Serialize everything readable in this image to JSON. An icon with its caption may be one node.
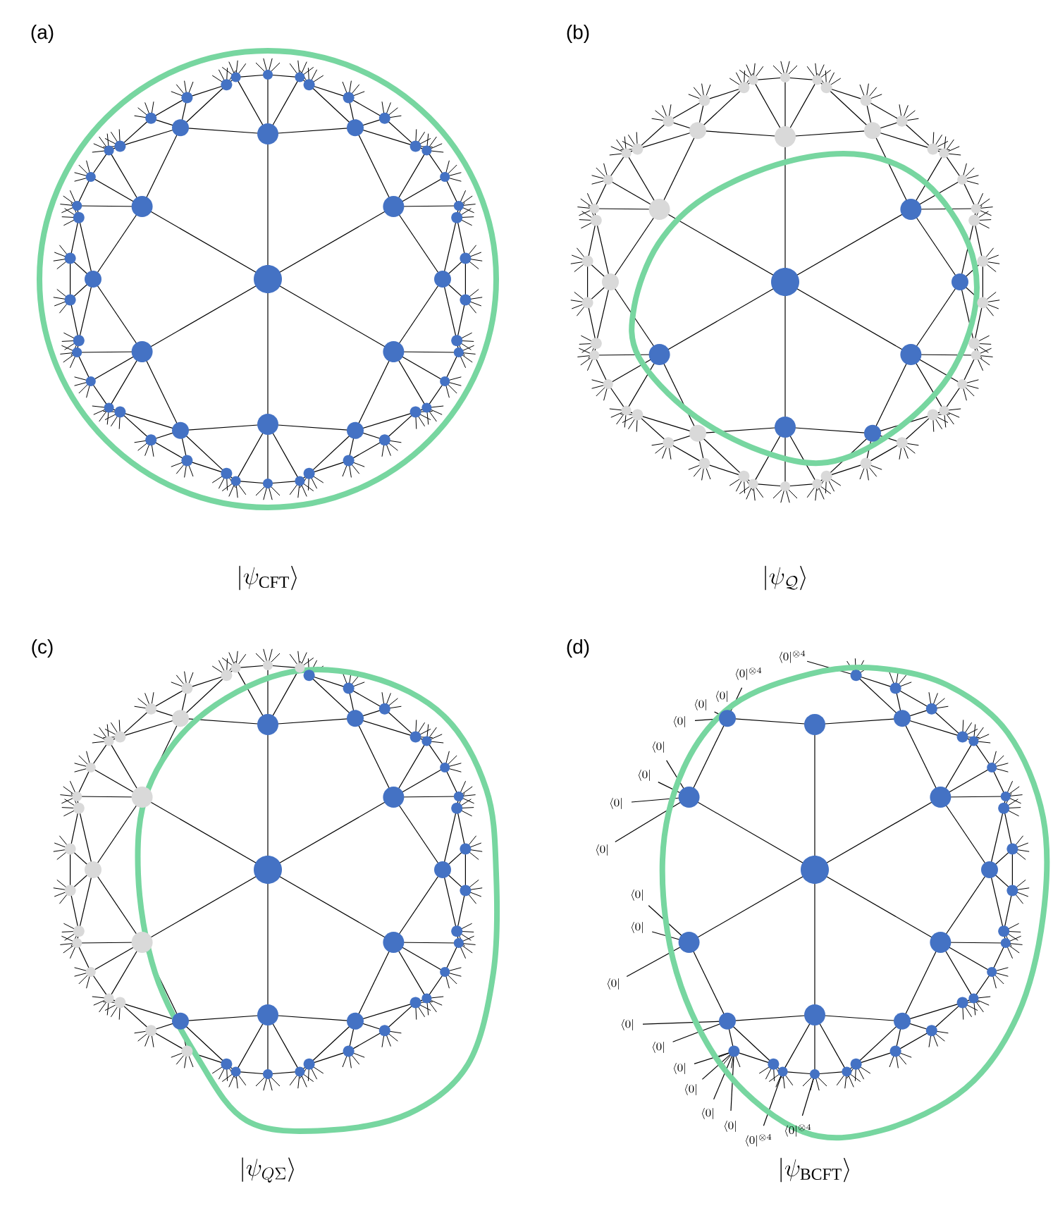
{
  "diagram": {
    "labels": [
      "(a)",
      "(b)",
      "|\\psi_{\\mathrm{CFT}}\\rangle",
      "|\\psi_{\\mathcal{Q}}\\rangle",
      "(c)",
      "(d)",
      "\\langle 0|^{\\otimes 4}",
      "\\langle 0|^{\\otimes 4}",
      "\\langle 0|",
      "\\langle 0|",
      "\\langle 0|",
      "\\langle 0|",
      "\\langle 0|",
      "\\langle 0|",
      "\\langle 0|",
      "\\langle 0|",
      "\\langle 0|",
      "\\langle 0|",
      "\\langle 0|",
      "\\langle 0|",
      "\\langle 0|",
      "\\langle 0|",
      "\\langle 0|",
      "\\langle 0|",
      "\\langle 0|^{\\otimes 4}",
      "\\langle 0|^{\\otimes 4}",
      "|\\psi_{Q\\Sigma}\\rangle",
      "|\\psi_{\\mathrm{BCFT}}\\rangle"
    ]
  }
}
